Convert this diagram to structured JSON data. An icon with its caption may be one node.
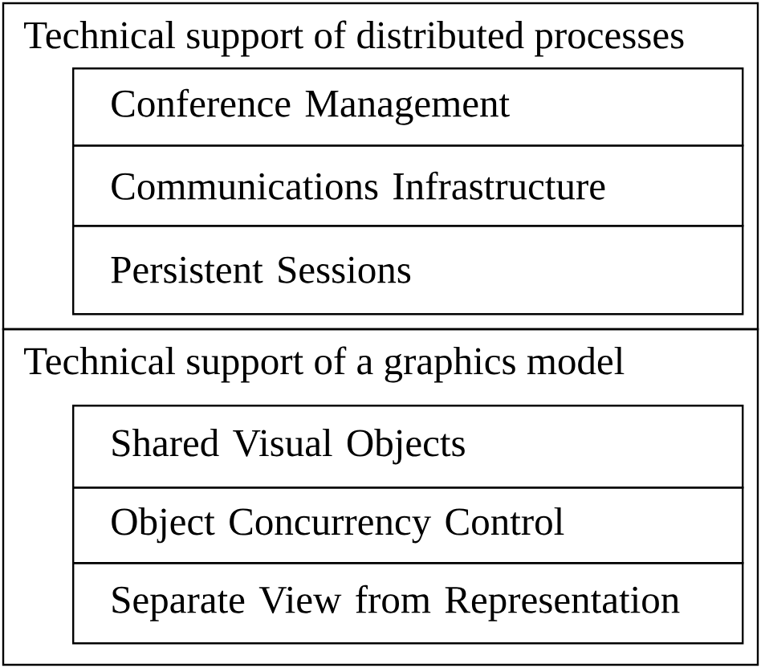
{
  "diagram": {
    "nodes": [
      {
        "text": [
          "Technical support of distributed processes"
        ]
      },
      {
        "text": [
          "Conference Management"
        ],
        "in": 0
      },
      {
        "text": [
          "Communications Infrastructure"
        ],
        "in": 0
      },
      {
        "text": [
          "Persistent Sessions"
        ],
        "in": 0
      },
      {
        "text": [
          "Technical support of a graphics model"
        ]
      },
      {
        "text": [
          "Shared Visual Objects"
        ],
        "in": 4
      },
      {
        "text": [
          "Object  Concurrency Control"
        ],
        "in": 4
      },
      {
        "text": [
          "Separate View from Representation"
        ],
        "in": 4
      }
    ]
  }
}
